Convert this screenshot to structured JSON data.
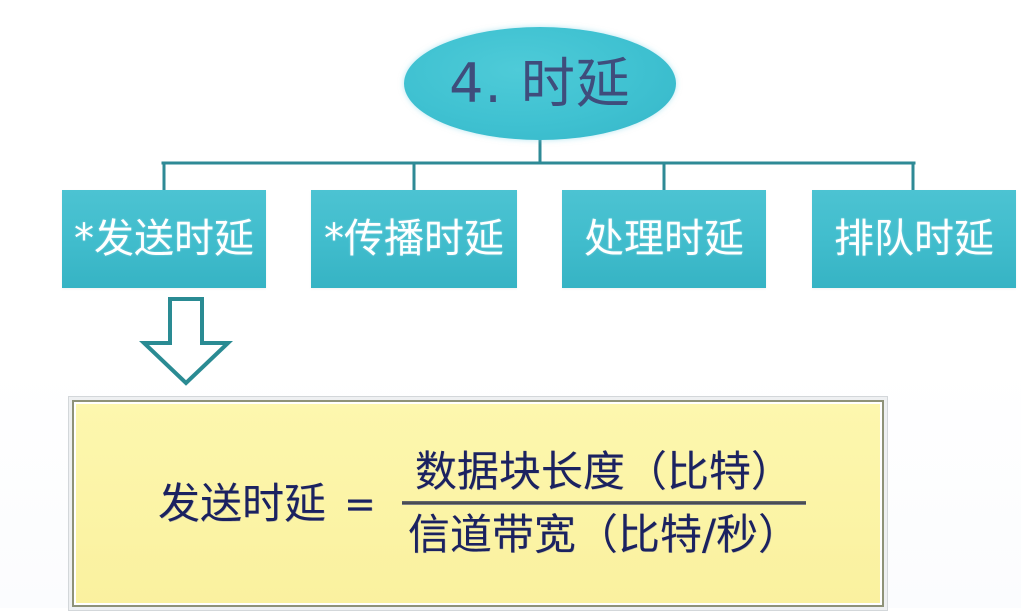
{
  "slide": {
    "title": "4. 时延",
    "background_color": "#ffffff"
  },
  "palette": {
    "node_fill": "#41bdcd",
    "node_text": "#ffffff",
    "title_text": "#3f4d7c",
    "connector": "#2e8a96",
    "formula_fill": "#fbf5a8",
    "formula_text": "#1b2260",
    "formula_border": "#8e9278"
  },
  "tree": {
    "root_label": "4. 时延",
    "children": [
      {
        "label": "*发送时延"
      },
      {
        "label": "*传播时延"
      },
      {
        "label": "处理时延"
      },
      {
        "label": "排队时延"
      }
    ]
  },
  "arrow": {
    "name": "down-arrow",
    "direction": "down",
    "from": "*发送时延",
    "to": "formula"
  },
  "formula": {
    "lhs": "发送时延",
    "operator": "=",
    "numerator": "数据块长度（比特）",
    "denominator": "信道带宽（比特/秒）"
  }
}
